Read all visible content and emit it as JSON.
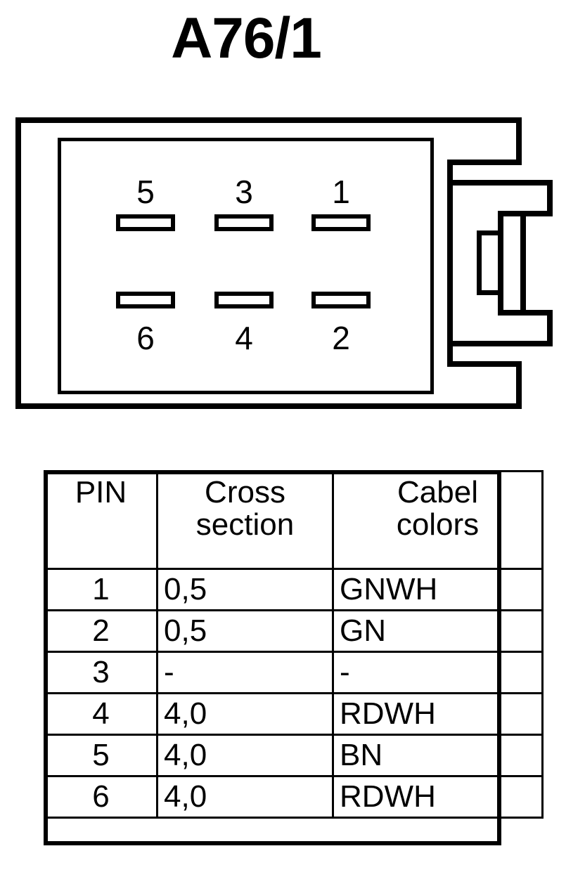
{
  "title": "A76/1",
  "connector": {
    "name": "6-pin-connector-diagram",
    "top_row_pins": [
      "5",
      "3",
      "1"
    ],
    "bottom_row_pins": [
      "6",
      "4",
      "2"
    ]
  },
  "table": {
    "headers": [
      "PIN",
      "Cross section",
      "Cabel colors"
    ],
    "header_lines": {
      "pin": "PIN",
      "cross_section_l1": "Cross",
      "cross_section_l2": "section",
      "cabel_colors_l1": "Cabel",
      "cabel_colors_l2": "colors"
    },
    "rows": [
      {
        "pin": "1",
        "cross_section": "0,5",
        "cabel_colors": "GNWH"
      },
      {
        "pin": "2",
        "cross_section": "0,5",
        "cabel_colors": "GN"
      },
      {
        "pin": "3",
        "cross_section": "-",
        "cabel_colors": "-"
      },
      {
        "pin": "4",
        "cross_section": "4,0",
        "cabel_colors": "RDWH"
      },
      {
        "pin": "5",
        "cross_section": "4,0",
        "cabel_colors": "BN"
      },
      {
        "pin": "6",
        "cross_section": "4,0",
        "cabel_colors": "RDWH"
      }
    ]
  },
  "colors": {
    "ink": "#000000",
    "paper": "#ffffff"
  }
}
